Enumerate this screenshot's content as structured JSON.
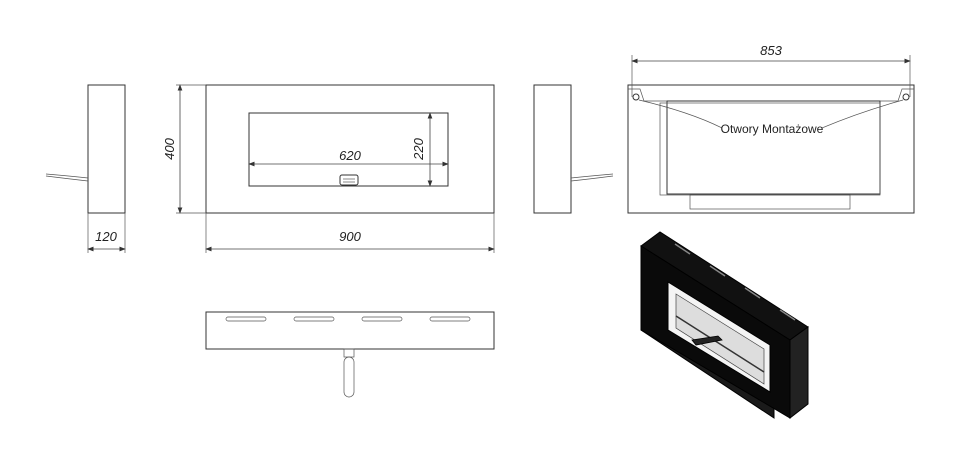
{
  "dimensions": {
    "depth": "120",
    "height": "400",
    "width": "900",
    "opening_width": "620",
    "opening_height": "220",
    "mounting_span": "853"
  },
  "labels": {
    "mounting_holes": "Otwory Montażowe"
  },
  "colors": {
    "line": "#333333",
    "fill_iso": "#0a0a0a"
  }
}
